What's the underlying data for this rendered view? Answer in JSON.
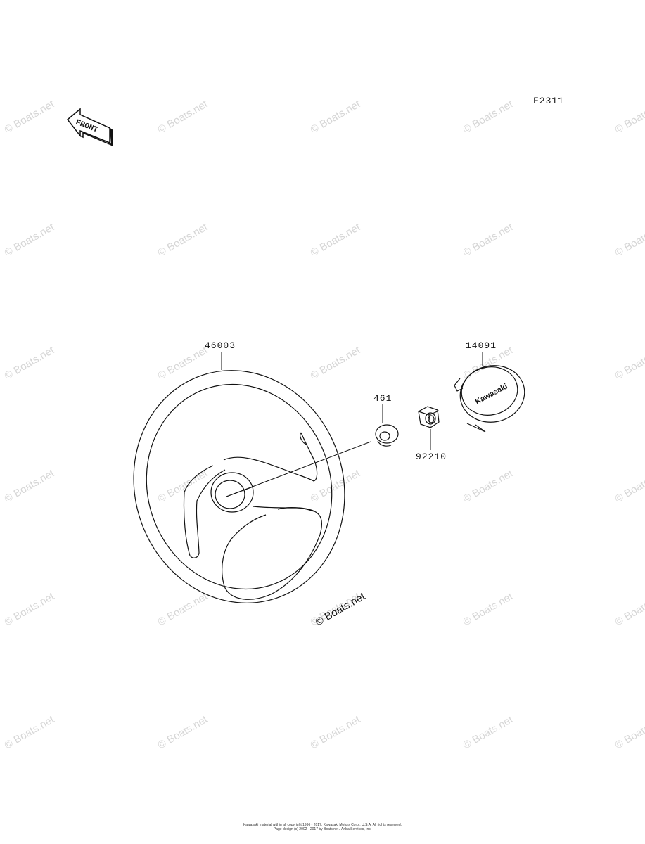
{
  "figure_code": "F2311",
  "front_arrow_label": "FRONT",
  "parts": {
    "steering_wheel": "46003",
    "washer": "461",
    "nut": "92210",
    "cap": "14091"
  },
  "cap_logo_text": "Kawasaki",
  "center_watermark": "© Boats.net",
  "watermark_text": "© Boats.net",
  "footer_line_1": "Kawasaki material within all copyright 1996 - 2017, Kawasaki Motors Corp., U.S.A. All rights reserved.",
  "footer_line_2": "Page design (c) 2002 - 2017 by Boats.net / Ariba Services, Inc."
}
